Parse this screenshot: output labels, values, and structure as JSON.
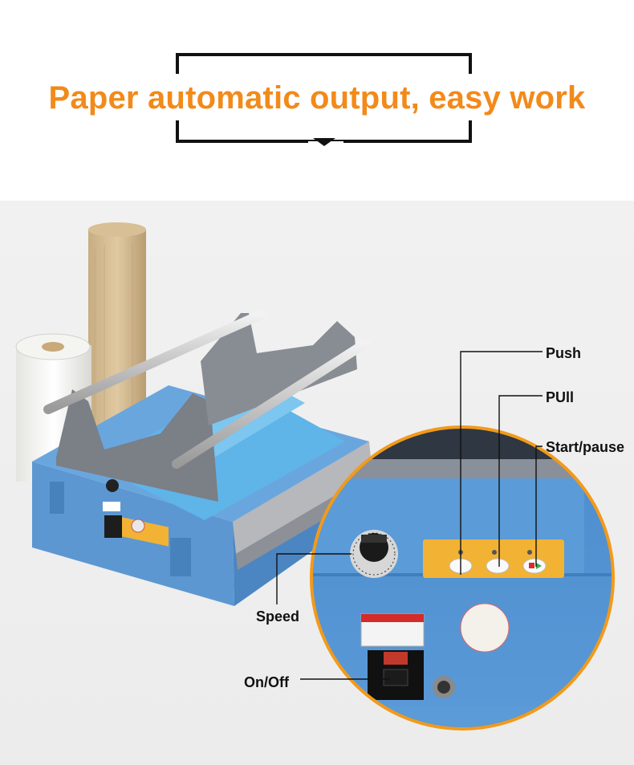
{
  "headline": "Paper automatic output, easy work",
  "callouts": {
    "push": "Push",
    "pull": "PUll",
    "start_pause": "Start/pause",
    "speed": "Speed",
    "on_off": "On/Off"
  },
  "colors": {
    "headline": "#f28a1a",
    "machine_blue": "#5b98d4",
    "control_panel": "#f2b233",
    "zoom_ring": "#f29a1a"
  }
}
